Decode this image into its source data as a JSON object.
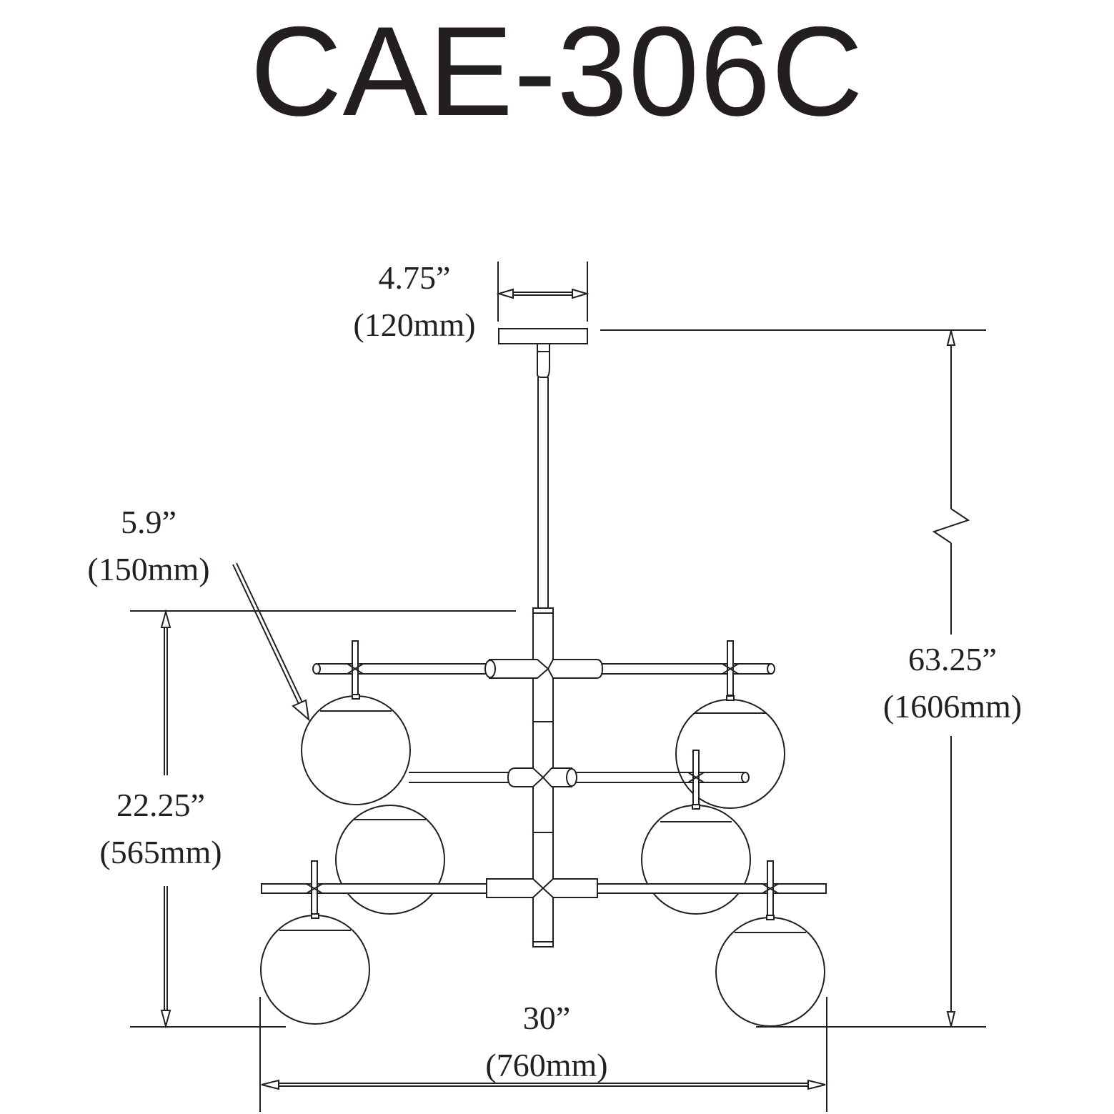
{
  "title": "CAE-306C",
  "dimensions": {
    "canopy_width": {
      "inches": "4.75”",
      "mm": "(120mm)"
    },
    "globe_diameter": {
      "inches": "5.9”",
      "mm": "(150mm)"
    },
    "fixture_height": {
      "inches": "22.25”",
      "mm": "(565mm)"
    },
    "overall_height": {
      "inches": "63.25”",
      "mm": "(1606mm)"
    },
    "overall_width": {
      "inches": "30”",
      "mm": "(760mm)"
    }
  },
  "colors": {
    "line": "#231f20",
    "background": "#ffffff"
  }
}
